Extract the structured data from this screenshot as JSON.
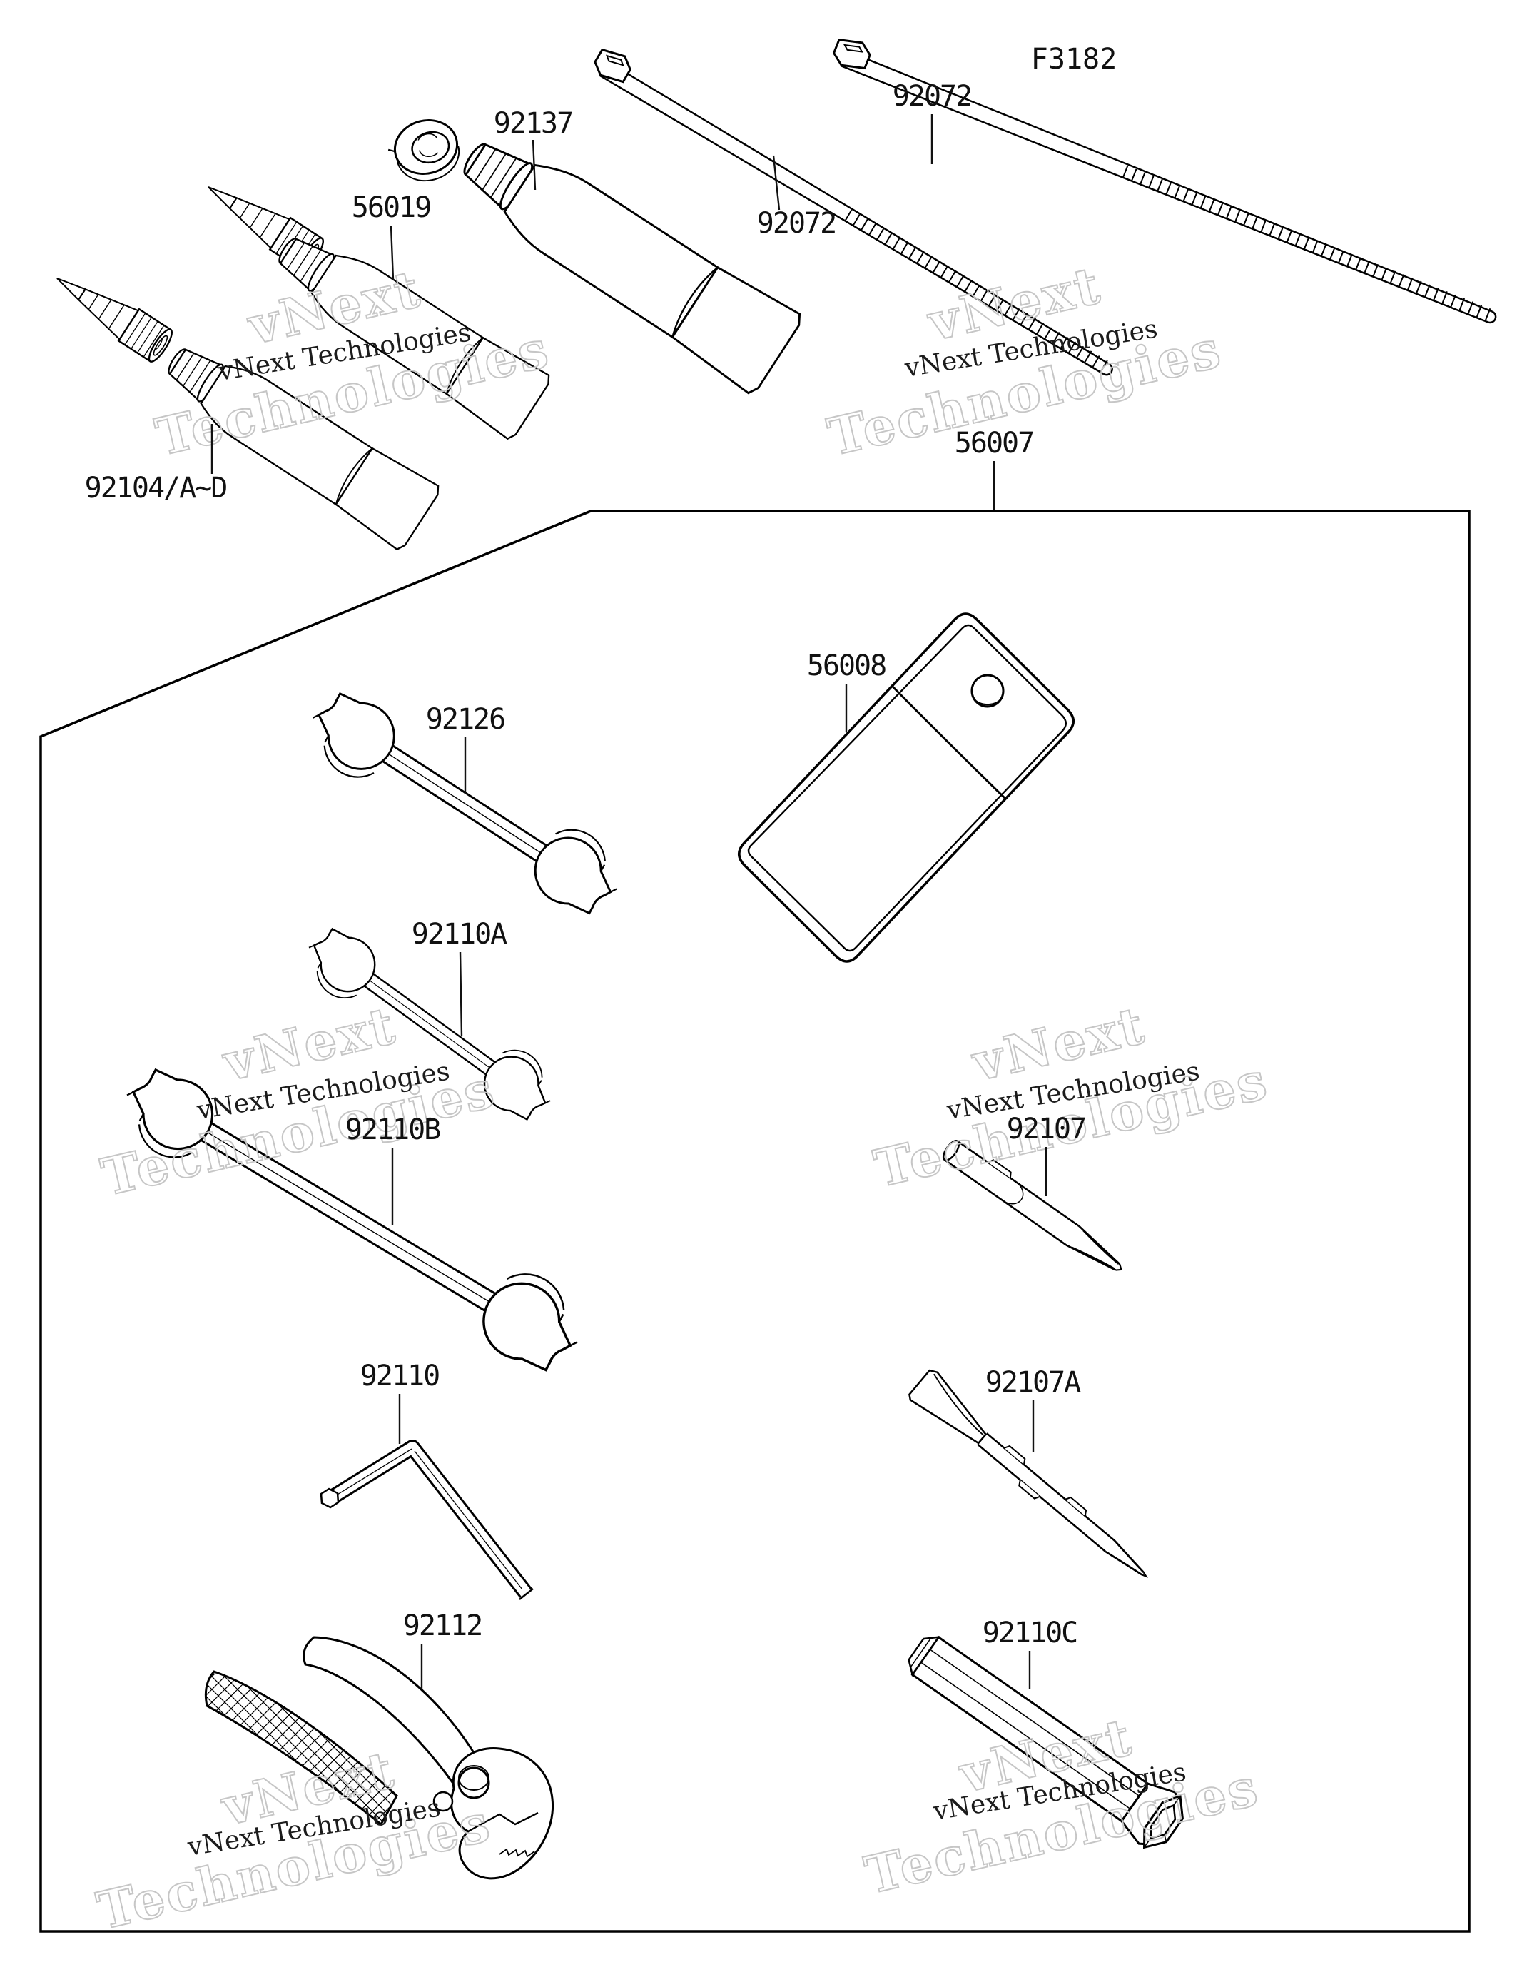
{
  "figure_code": "F3182",
  "watermark": {
    "word1": "vNext",
    "word2": "Technologies",
    "small_text": "vNext Technologies"
  },
  "parts": {
    "tube_sealant": {
      "label": "92104/A~D"
    },
    "tube_56019": {
      "label": "56019"
    },
    "tube_92137": {
      "label": "92137"
    },
    "cable_tie_left": {
      "label": "92072"
    },
    "cable_tie_right": {
      "label": "92072"
    },
    "tool_kit_box": {
      "label": "56007"
    },
    "tool_bag": {
      "label": "56008"
    },
    "wrench_92126": {
      "label": "92126"
    },
    "wrench_92110a": {
      "label": "92110A"
    },
    "wrench_92110b": {
      "label": "92110B"
    },
    "phillips_bit_92107": {
      "label": "92107"
    },
    "hex_key_92110": {
      "label": "92110"
    },
    "driver_92107a": {
      "label": "92107A"
    },
    "pliers_92112": {
      "label": "92112"
    },
    "plug_wrench_92110c": {
      "label": "92110C"
    }
  }
}
